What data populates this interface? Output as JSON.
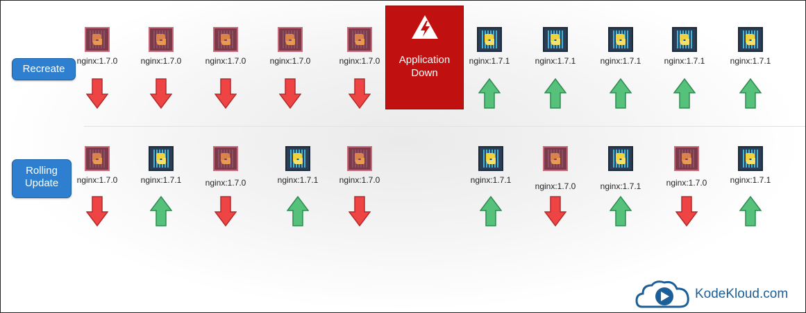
{
  "strategies": [
    {
      "label_line1": "Recreate",
      "label_line2": ""
    },
    {
      "label_line1": "Rolling",
      "label_line2": "Update"
    }
  ],
  "recreate_pods": [
    {
      "version": "nginx:1.7.0",
      "state": "old",
      "direction": "down"
    },
    {
      "version": "nginx:1.7.0",
      "state": "old",
      "direction": "down"
    },
    {
      "version": "nginx:1.7.0",
      "state": "old",
      "direction": "down"
    },
    {
      "version": "nginx:1.7.0",
      "state": "old",
      "direction": "down"
    },
    {
      "version": "nginx:1.7.0",
      "state": "old",
      "direction": "down"
    },
    {
      "version": "nginx:1.7.1",
      "state": "new",
      "direction": "up"
    },
    {
      "version": "nginx:1.7.1",
      "state": "new",
      "direction": "up"
    },
    {
      "version": "nginx:1.7.1",
      "state": "new",
      "direction": "up"
    },
    {
      "version": "nginx:1.7.1",
      "state": "new",
      "direction": "up"
    },
    {
      "version": "nginx:1.7.1",
      "state": "new",
      "direction": "up"
    }
  ],
  "rolling_pods": [
    {
      "version": "nginx:1.7.0",
      "state": "old",
      "direction": "down"
    },
    {
      "version": "nginx:1.7.1",
      "state": "new",
      "direction": "up"
    },
    {
      "version": "nginx:1.7.0",
      "state": "old",
      "direction": "down"
    },
    {
      "version": "nginx:1.7.1",
      "state": "new",
      "direction": "up"
    },
    {
      "version": "nginx:1.7.0",
      "state": "old",
      "direction": "down"
    },
    {
      "version": "nginx:1.7.1",
      "state": "new",
      "direction": "up"
    },
    {
      "version": "nginx:1.7.0",
      "state": "old",
      "direction": "down"
    },
    {
      "version": "nginx:1.7.1",
      "state": "new",
      "direction": "up"
    },
    {
      "version": "nginx:1.7.0",
      "state": "old",
      "direction": "down"
    },
    {
      "version": "nginx:1.7.1",
      "state": "new",
      "direction": "up"
    }
  ],
  "downtime": {
    "line1": "Application",
    "line2": "Down",
    "icon": "lightning-warning-icon"
  },
  "brand": {
    "name": "KodeKloud.com",
    "icon": "cloud-play-logo-icon"
  },
  "colors": {
    "old_pod": "#7a3a4a",
    "new_pod": "#2c3e55",
    "down_arrow": "#ee4444",
    "up_arrow": "#55c17a",
    "downtime_bg": "#c01010",
    "strategy_bg": "#2e7fcf",
    "brand": "#1b5e98"
  }
}
